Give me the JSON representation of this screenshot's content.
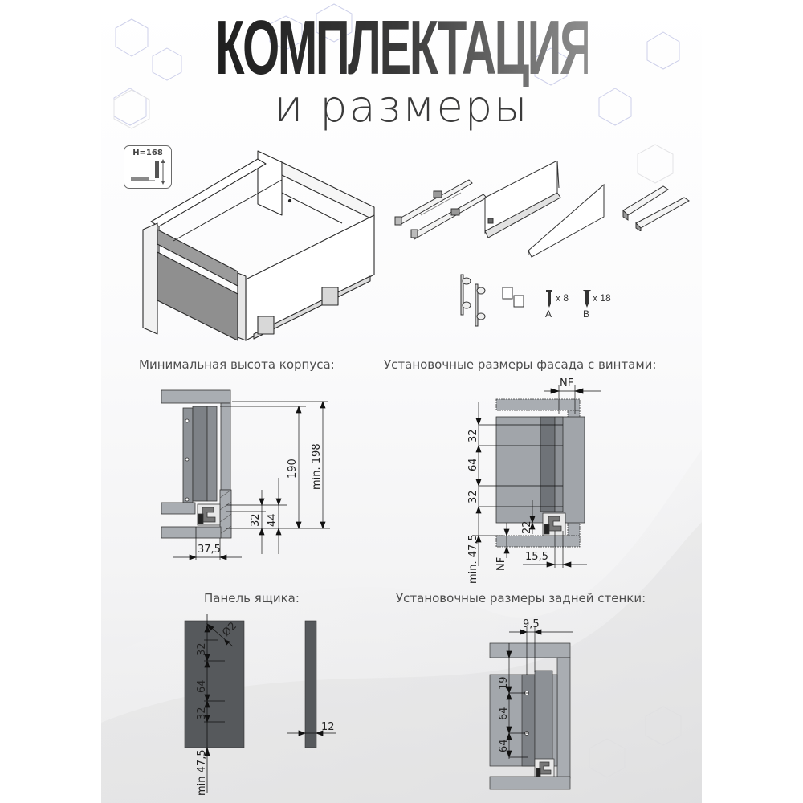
{
  "header": {
    "title": "КОМПЛЕКТАЦИЯ",
    "subtitle": "и размеры"
  },
  "height_badge": {
    "label": "H=168"
  },
  "kit": {
    "items": [
      {
        "name": "drawer-runners",
        "label": ""
      },
      {
        "name": "drawer-sides",
        "label": ""
      },
      {
        "name": "back-panel-connectors",
        "label": ""
      },
      {
        "name": "front-brackets",
        "label": ""
      },
      {
        "name": "caps",
        "label": ""
      },
      {
        "name": "screw-a",
        "qty": "x 8",
        "letter": "A"
      },
      {
        "name": "screw-b",
        "qty": "x 18",
        "letter": "B"
      }
    ]
  },
  "sections": {
    "min_height": {
      "caption": "Минимальная высота корпуса:",
      "dims": {
        "d190": "190",
        "min198": "min. 198",
        "d32": "32",
        "d44": "44",
        "d37_5": "37,5"
      }
    },
    "front_mount": {
      "caption": "Установочные размеры фасада с винтами:",
      "dims": {
        "nf_top": "NF",
        "d32a": "32",
        "d64": "64",
        "d32b": "32",
        "d22": "22",
        "min47_5": "min. 47,5",
        "nf_bottom": "NF",
        "d15_5": "15,5"
      }
    },
    "panel": {
      "caption": "Панель ящика:",
      "dims": {
        "d2": "Ø2",
        "d32a": "32",
        "d64": "64",
        "d32b": "32",
        "min47_5": "min 47,5",
        "d12": "12"
      }
    },
    "back_wall": {
      "caption": "Установочные размеры задней стенки:",
      "dims": {
        "d9_5": "9,5",
        "d19": "19",
        "d64a": "64",
        "d64b": "64"
      }
    }
  },
  "colors": {
    "panel_dark": "#56595c",
    "frame_gray": "#a7abb0",
    "side_gray": "#8d9196",
    "line": "#1a1a1a",
    "hex_lines": "#c9cbe6"
  }
}
